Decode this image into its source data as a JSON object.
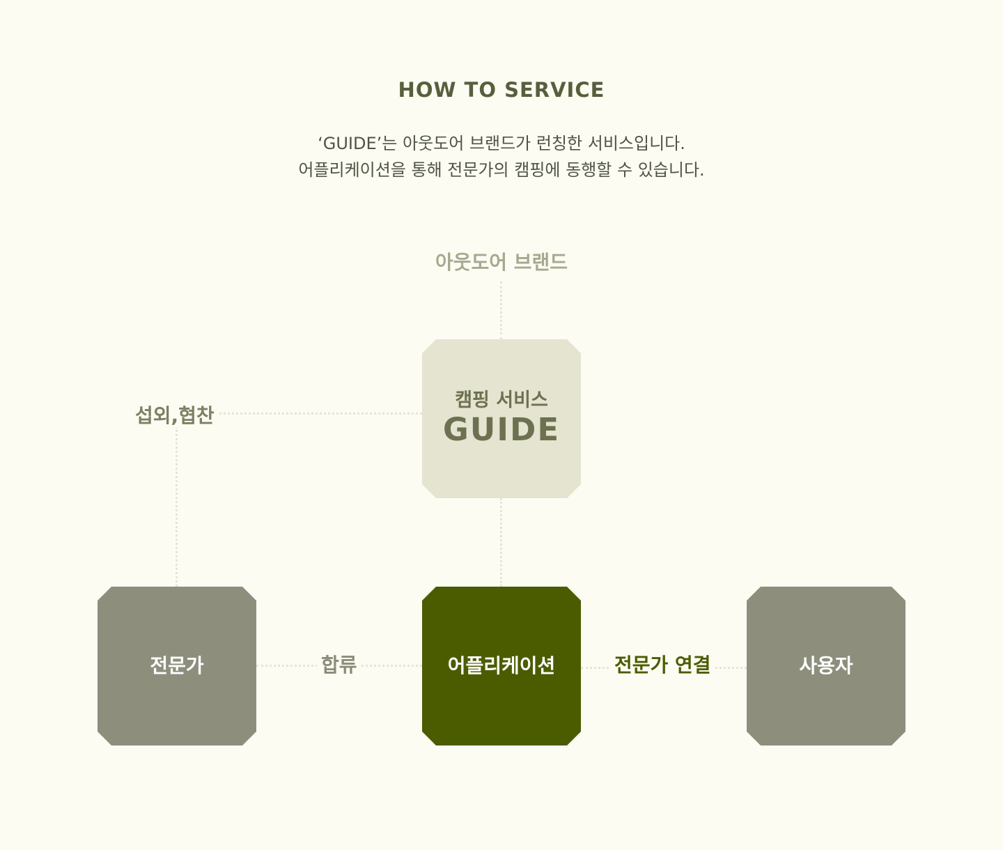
{
  "header": {
    "title": "HOW TO SERVICE",
    "description_line1": "‘GUIDE’는 아웃도어 브랜드가 런칭한 서비스입니다.",
    "description_line2": "어플리케이션을 통해 전문가의 캠핑에 동행할 수 있습니다."
  },
  "diagram": {
    "brand_label": "아웃도어 브랜드",
    "guide_node": {
      "subtitle": "캠핑 서비스",
      "title": "GUIDE"
    },
    "coop_label": "섭외,협찬",
    "expert_node": {
      "label": "전문가"
    },
    "merge_label": "합류",
    "app_node": {
      "label": "어플리케이션"
    },
    "connect_label": "전문가 연결",
    "user_node": {
      "label": "사용자"
    }
  },
  "colors": {
    "background": "#fdfcf3",
    "title": "#575f3c",
    "guide_box": "#e4e4d1",
    "neutral_box": "#8d8f7c",
    "app_box": "#4b5c00",
    "connector": "#e6e4d8"
  }
}
